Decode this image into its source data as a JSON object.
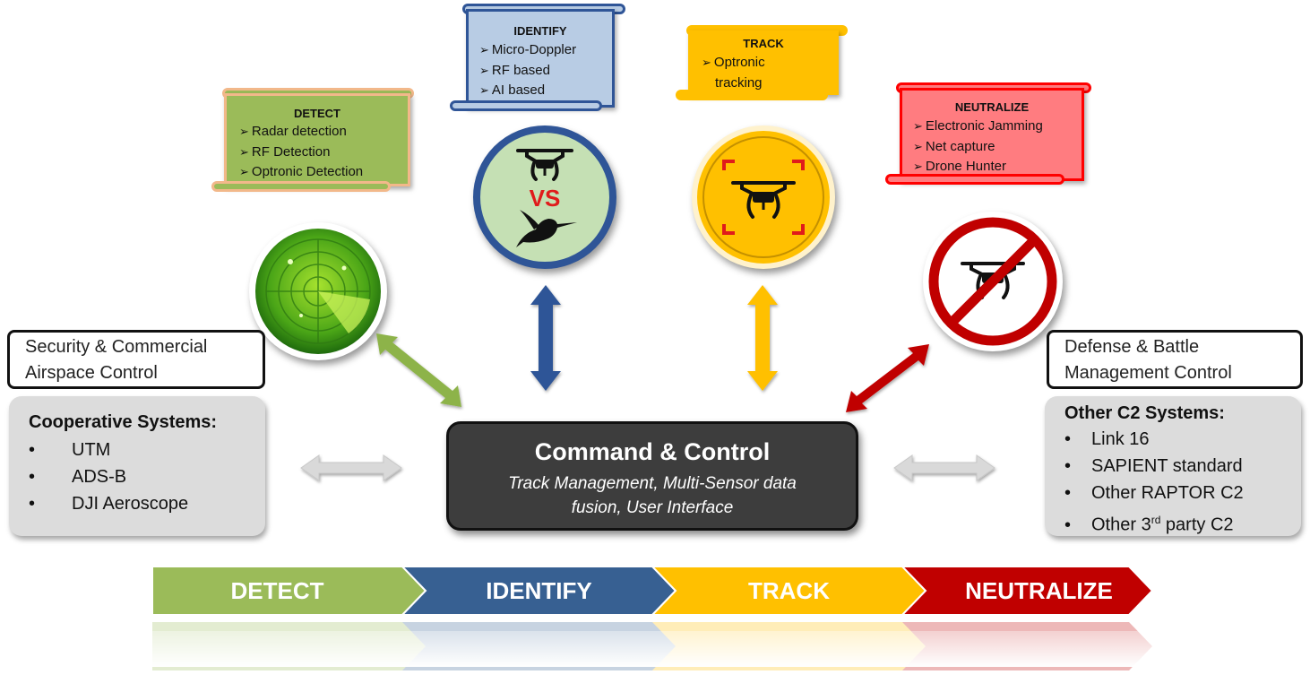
{
  "detect_scroll": {
    "title": "DETECT",
    "items": [
      "Radar detection",
      "RF Detection",
      "Optronic Detection"
    ],
    "fill": "#9bbb59",
    "border": "#f2b88a"
  },
  "identify_scroll": {
    "title": "IDENTIFY",
    "items": [
      "Micro-Doppler",
      "RF based",
      "AI based"
    ],
    "fill": "#b8cce4",
    "border": "#2f5597"
  },
  "track_scroll": {
    "title": "TRACK",
    "items": [
      "Optronic",
      "tracking"
    ],
    "fill": "#ffc000",
    "border": "#ffc000"
  },
  "neutralize_scroll": {
    "title": "NEUTRALIZE",
    "items": [
      "Electronic Jamming",
      "Net capture",
      "Drone Hunter"
    ],
    "fill": "#ff7c80",
    "border": "#ff0000"
  },
  "bullet_marker": "➢",
  "vs_label": "VS",
  "security_box": {
    "line1": "Security & Commercial",
    "line2": "Airspace Control"
  },
  "cooperative": {
    "heading": "Cooperative Systems:",
    "items": [
      "UTM",
      "ADS-B",
      "DJI Aeroscope"
    ]
  },
  "defense_box": {
    "line1": "Defense & Battle",
    "line2": "Management Control"
  },
  "other_c2": {
    "heading": "Other C2 Systems:",
    "items": [
      "Link 16",
      "SAPIENT standard",
      "Other RAPTOR C2"
    ],
    "last_prefix": "Other 3",
    "last_sup": "rd",
    "last_suffix": " party C2"
  },
  "command": {
    "title": "Command & Control",
    "line1": "Track Management, Multi-Sensor data",
    "line2": "fusion, User Interface"
  },
  "stages": [
    {
      "label": "DETECT",
      "color": "#9bbb59"
    },
    {
      "label": "IDENTIFY",
      "color": "#376092"
    },
    {
      "label": "TRACK",
      "color": "#ffc000"
    },
    {
      "label": "NEUTRALIZE",
      "color": "#c00000"
    }
  ],
  "colors": {
    "green": "#8db34a",
    "blue": "#2f5597",
    "yellow": "#ffc000",
    "red": "#c00000",
    "grey_arrow": "#d9d9d9"
  }
}
